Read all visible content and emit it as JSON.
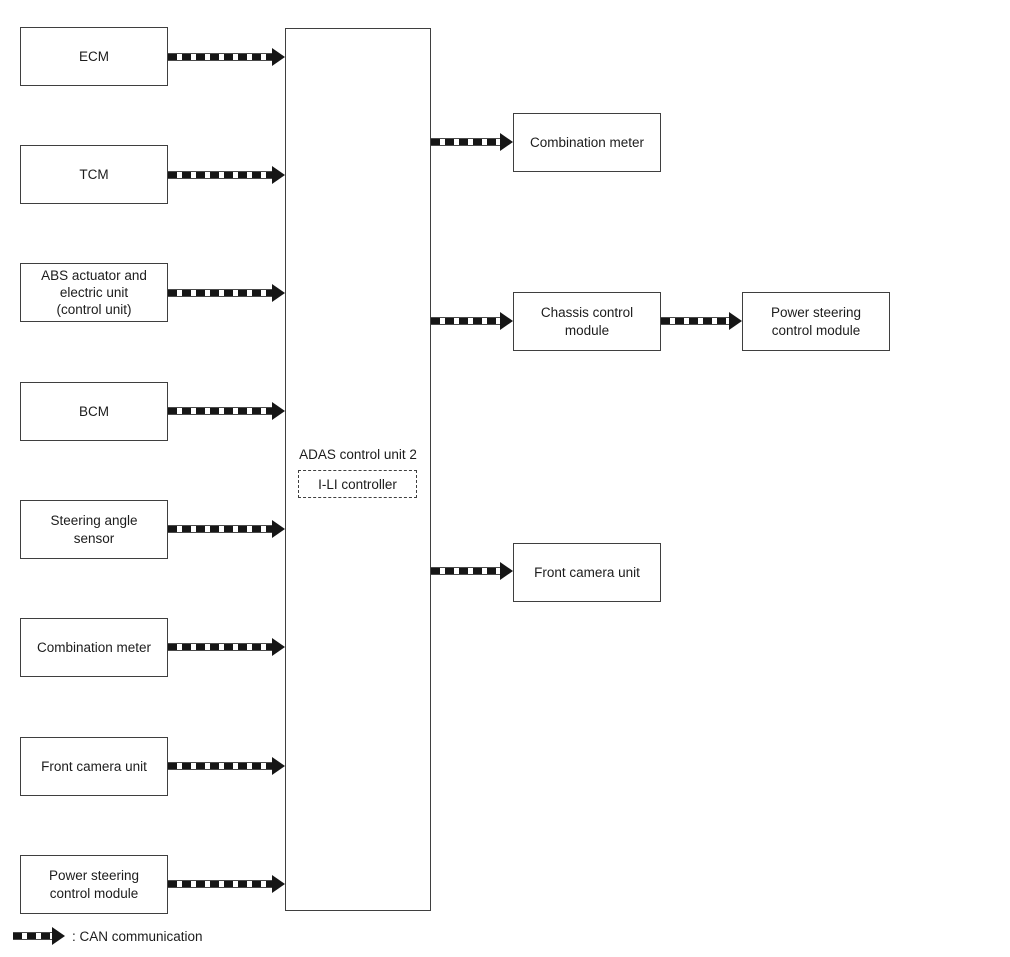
{
  "nodes": {
    "left": [
      "ECM",
      "TCM",
      "ABS actuator and\nelectric unit\n(control unit)",
      "BCM",
      "Steering angle\nsensor",
      "Combination meter",
      "Front camera unit",
      "Power steering\ncontrol module"
    ],
    "center": {
      "label": "ADAS control unit 2",
      "sub": "I-LI controller"
    },
    "right": [
      "Combination meter",
      "Chassis control\nmodule",
      "Front camera unit"
    ],
    "chained": "Power steering\ncontrol module"
  },
  "legend": {
    "text": ": CAN communication"
  },
  "colors": {
    "background": "#ffffff",
    "box_border": "#3f3f3f",
    "arrow": "#161616",
    "text": "#1c1c1c"
  }
}
